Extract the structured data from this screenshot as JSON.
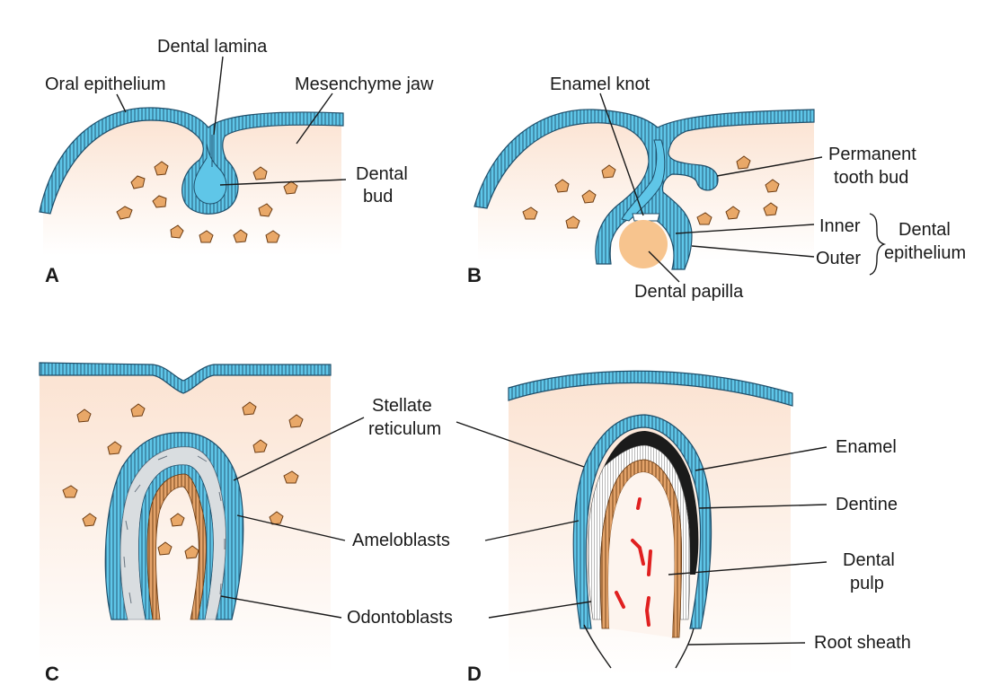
{
  "colors": {
    "epithelium": "#5fc6e8",
    "epithelium_stroke": "#1f4f6b",
    "mesenchyme_top": "#fbe3d2",
    "mesenchyme_bottom": "#ffffff",
    "cell": "#e9a868",
    "papilla": "#f7c48e",
    "stellate": "#d9dde0",
    "odontoblast": "#e3a36a",
    "enamel": "#1b1b1b",
    "vessel": "#e02020"
  },
  "panels": {
    "a": {
      "letter": "A",
      "labels": {
        "oral_epithelium": "Oral epithelium",
        "dental_lamina": "Dental lamina",
        "mesenchyme_jaw": "Mesenchyme jaw",
        "dental_bud_1": "Dental",
        "dental_bud_2": "bud"
      }
    },
    "b": {
      "letter": "B",
      "labels": {
        "enamel_knot": "Enamel knot",
        "permanent_1": "Permanent",
        "permanent_2": "tooth bud",
        "inner": "Inner",
        "outer": "Outer",
        "dental_epi_1": "Dental",
        "dental_epi_2": "epithelium",
        "dental_papilla": "Dental papilla"
      }
    },
    "c": {
      "letter": "C",
      "labels": {
        "stellate_1": "Stellate",
        "stellate_2": "reticulum",
        "ameloblasts": "Ameloblasts",
        "odontoblasts": "Odontoblasts"
      }
    },
    "d": {
      "letter": "D",
      "labels": {
        "enamel": "Enamel",
        "dentine": "Dentine",
        "dental_pulp_1": "Dental",
        "dental_pulp_2": "pulp",
        "root_sheath": "Root sheath"
      }
    }
  }
}
